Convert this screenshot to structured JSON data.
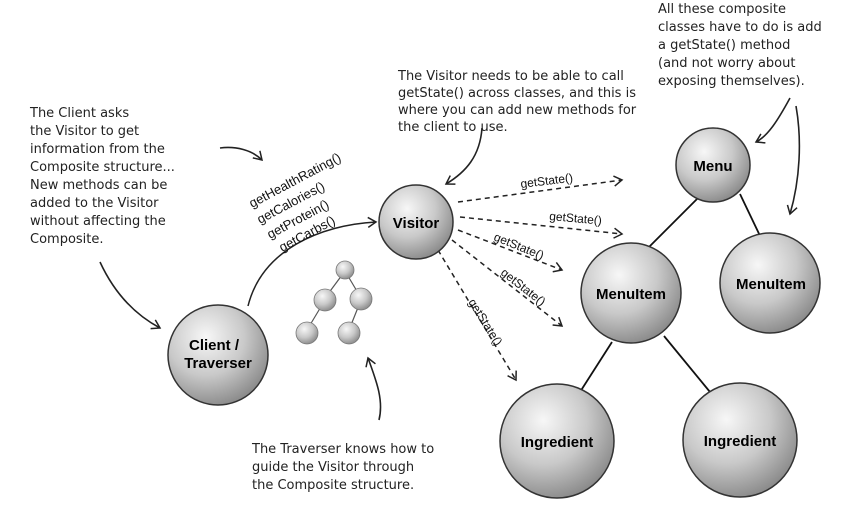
{
  "notes": {
    "client": [
      "The Client asks",
      "the Visitor to get",
      "information from the",
      "Composite structure...",
      "New methods can be",
      "added to the Visitor",
      "without affecting the",
      "Composite."
    ],
    "visitor": [
      "The Visitor needs to be able to call",
      "getState() across classes, and this is",
      "where you can add new methods for",
      "the client to use."
    ],
    "composite": [
      "All these composite",
      "classes have to do is add",
      "a getState() method",
      "(and not worry about",
      "exposing themselves)."
    ],
    "traverser": [
      "The Traverser knows how to",
      "guide the Visitor through",
      "the Composite structure."
    ]
  },
  "nodes": {
    "visitor": "Visitor",
    "client": [
      "Client /",
      "Traverser"
    ],
    "menu": "Menu",
    "menuitem_left": "MenuItem",
    "menuitem_right": "MenuItem",
    "ingredient_left": "Ingredient",
    "ingredient_right": "Ingredient"
  },
  "methods": [
    "getHealthRating()",
    "getCalories()",
    "getProtein()",
    "getCarbs()"
  ],
  "calls": [
    "getState()",
    "getState()",
    "getState()",
    "getState()",
    "getState()"
  ]
}
